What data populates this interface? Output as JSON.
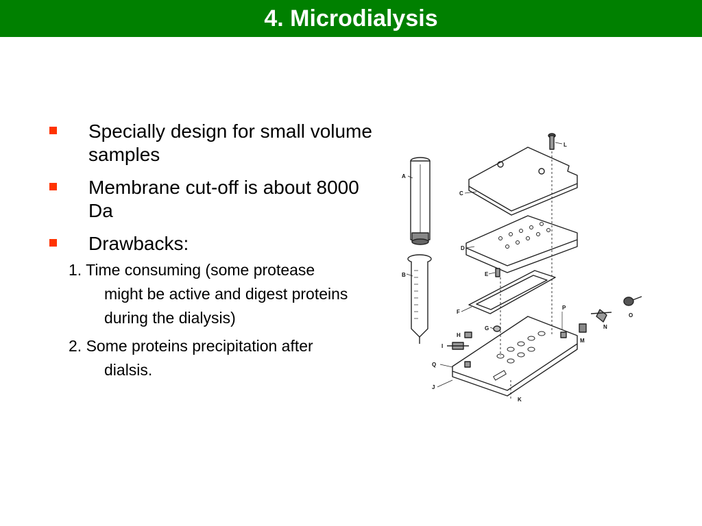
{
  "slide": {
    "title": "4. Microdialysis",
    "colors": {
      "title_bar": "#008000",
      "title_text": "#ffffff",
      "bullet_marker": "#ff3300"
    }
  },
  "bullets": [
    {
      "text": "Specially design for small volume samples"
    },
    {
      "text": "Membrane cut-off is about 8000 Da"
    },
    {
      "text": "Drawbacks:"
    }
  ],
  "sub_bullets": [
    {
      "text": "1. Time consuming (some protease might be active and digest proteins during the dialysis)"
    },
    {
      "text": "2. Some proteins precipitation after dialsis."
    }
  ],
  "diagram": {
    "labels": [
      "A",
      "B",
      "C",
      "D",
      "E",
      "F",
      "G",
      "H",
      "I",
      "J",
      "K",
      "L",
      "M",
      "N",
      "O",
      "P",
      "Q"
    ]
  }
}
